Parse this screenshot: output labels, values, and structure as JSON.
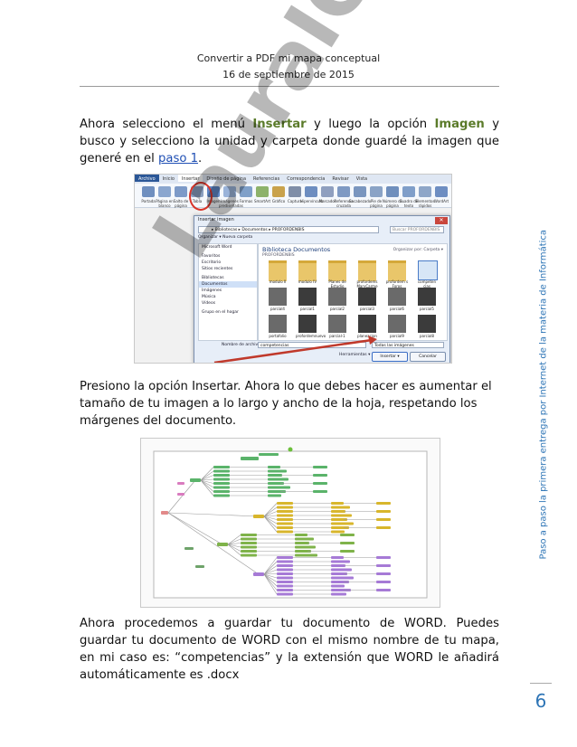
{
  "header": {
    "title": "Convertir a PDF mi mapa conceptual",
    "date": "16 de septiembre de 2015"
  },
  "paragraph1": {
    "t1": "Ahora selecciono el menú ",
    "menu": "Insertar",
    "t2": " y luego la opción ",
    "option": "Imagen",
    "t3": " y busco y selecciono la unidad y carpeta donde guardé la imagen que generé en el ",
    "link": "paso 1",
    "t4": "."
  },
  "screenshot1": {
    "tabs": [
      "Archivo",
      "Inicio",
      "Insertar",
      "Diseño de página",
      "Referencias",
      "Correspondencia",
      "Revisar",
      "Vista"
    ],
    "ribbon_buttons": [
      "Portada",
      "Página en blanco",
      "Salto de página",
      "Tabla",
      "Imagen",
      "Imágenes prediseñadas",
      "Formas",
      "SmartArt",
      "Gráfico",
      "Captura",
      "Hipervínculo",
      "Marcador",
      "Referencia cruzada",
      "Encabezado",
      "Pie de página",
      "Número de página",
      "Cuadro de texto",
      "Elementos rápidos",
      "WordArt"
    ],
    "dialog": {
      "title": "Insertar imagen",
      "address": "▸ Bibliotecas ▸ Documentos ▸ PROFORDENBIS",
      "search": "Buscar PROFORDENBIS",
      "toolbar": "Organizar ▾    Nueva carpeta",
      "nav": [
        "Microsoft Word",
        "Favoritos",
        "Escritorio",
        "Sitios recientes",
        "Bibliotecas",
        "Documentos",
        "Imágenes",
        "Música",
        "Vídeos",
        "Grupo en el hogar"
      ],
      "library_title": "Biblioteca Documentos",
      "library_sub": "PROFORDENBIS",
      "arrange": "Organizar por: Carpeta ▾",
      "files": [
        "modulo II",
        "modulo IV",
        "Planes de Estudio",
        "profordems MaryCarme n",
        "profordem s Foros",
        "competen cias",
        "parcial4",
        "parcial1",
        "parcial2",
        "parcial3",
        "parcial6",
        "parcial5",
        "portafolio",
        "profordemnuevo",
        "parcial-1",
        "planeacion",
        "parcial9",
        "parcial8"
      ],
      "filename_label": "Nombre de archivo:",
      "filename_value": "competencias",
      "filetype": "Todas las imágenes",
      "tools_label": "Herramientas ▾",
      "insert_btn": "Insertar ▾",
      "cancel_btn": "Cancelar"
    }
  },
  "paragraph2": "Presiono la opción Insertar. Ahora lo que debes hacer es aumentar el tamaño de tu imagen a lo largo y ancho de la hoja, respetando los márgenes del documento.",
  "paragraph3": "Ahora procedemos a guardar tu documento de WORD. Puedes guardar tu documento de WORD con el mismo nombre de tu mapa, en mi caso es: “competencias” y la extensión que WORD le añadirá automáticamente es .docx",
  "sidebar": "Paso a paso la primera entrega por Internet de la materia de Informática",
  "page_number": "6",
  "watermark": "LauraICHAmez",
  "colors": {
    "accent_blue": "#2e75b6",
    "highlight_green": "#5b7b2a",
    "ring_red": "#d8352a"
  }
}
